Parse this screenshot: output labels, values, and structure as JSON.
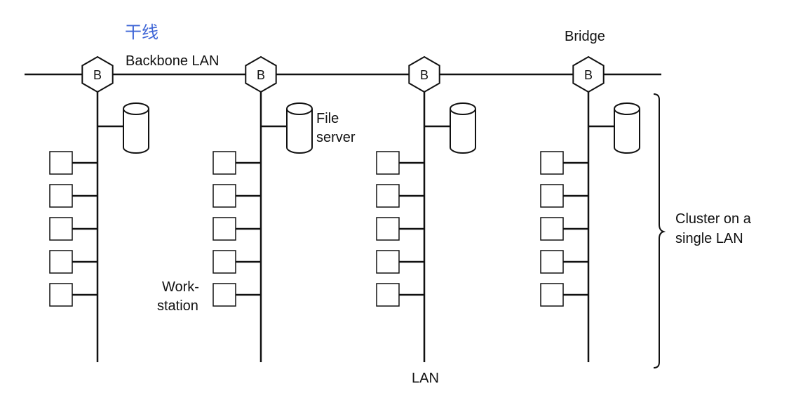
{
  "annotation": {
    "text": "干线",
    "color": "#3f66d6"
  },
  "backbone": {
    "label": "Backbone LAN"
  },
  "bridge": {
    "label": "Bridge",
    "node_letter": "B"
  },
  "file_server": {
    "label_line1": "File",
    "label_line2": "server"
  },
  "workstation": {
    "label_line1": "Work-",
    "label_line2": "station"
  },
  "lan": {
    "label": "LAN"
  },
  "cluster": {
    "label_line1": "Cluster on a",
    "label_line2": "single LAN"
  },
  "structure": {
    "bridge_count": 4,
    "file_servers_per_lan": 1,
    "workstations_per_lan": 5
  }
}
